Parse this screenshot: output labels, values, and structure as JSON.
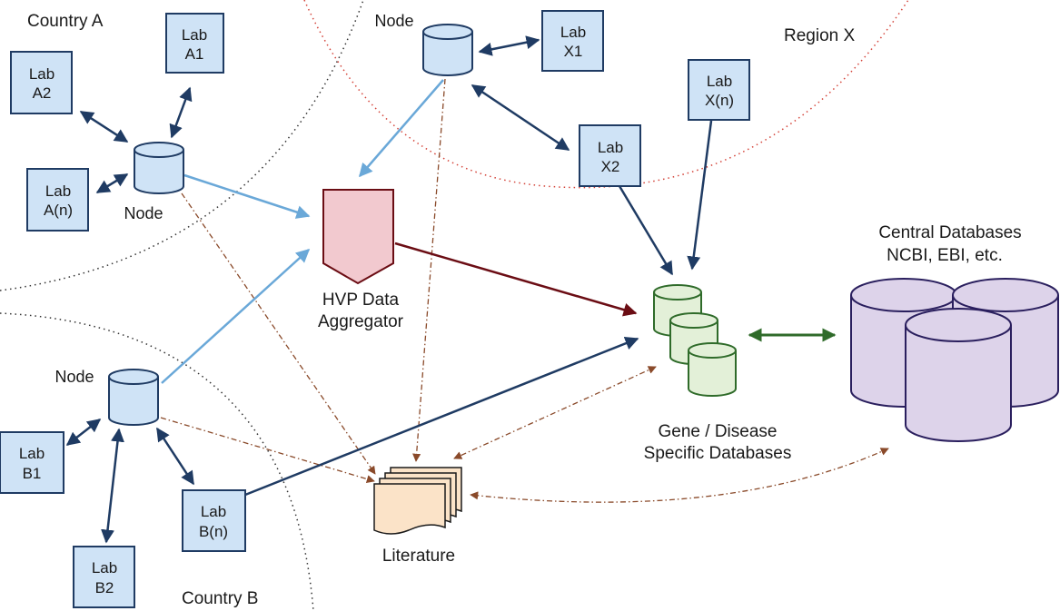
{
  "regions": {
    "country_a": "Country A",
    "country_b": "Country B",
    "region_x": "Region X"
  },
  "labs": {
    "a1": [
      "Lab",
      "A1"
    ],
    "a2": [
      "Lab",
      "A2"
    ],
    "an": [
      "Lab",
      "A(n)"
    ],
    "b1": [
      "Lab",
      "B1"
    ],
    "b2": [
      "Lab",
      "B2"
    ],
    "bn": [
      "Lab",
      "B(n)"
    ],
    "x1": [
      "Lab",
      "X1"
    ],
    "x2": [
      "Lab",
      "X2"
    ],
    "xn": [
      "Lab",
      "X(n)"
    ]
  },
  "nodes": {
    "a": "Node",
    "b": "Node",
    "x": "Node"
  },
  "aggregator": [
    "HVP Data",
    "Aggregator"
  ],
  "gene_db": [
    "Gene / Disease",
    "Specific Databases"
  ],
  "central_db": [
    "Central Databases",
    "NCBI, EBI, etc."
  ],
  "literature": "Literature",
  "colors": {
    "dark_blue": "#1f3b63",
    "light_blue": "#6aa8d8",
    "dark_red": "#6b0d14",
    "brown_dashed": "#8a4a2a",
    "green": "#2f6b2a",
    "lab_fill": "#cfe3f6",
    "aggregator_fill": "#f2c9cf",
    "gene_db_fill": "#e3f0d8",
    "central_db_fill": "#ddd3ea",
    "literature_fill": "#fbe3c8"
  }
}
